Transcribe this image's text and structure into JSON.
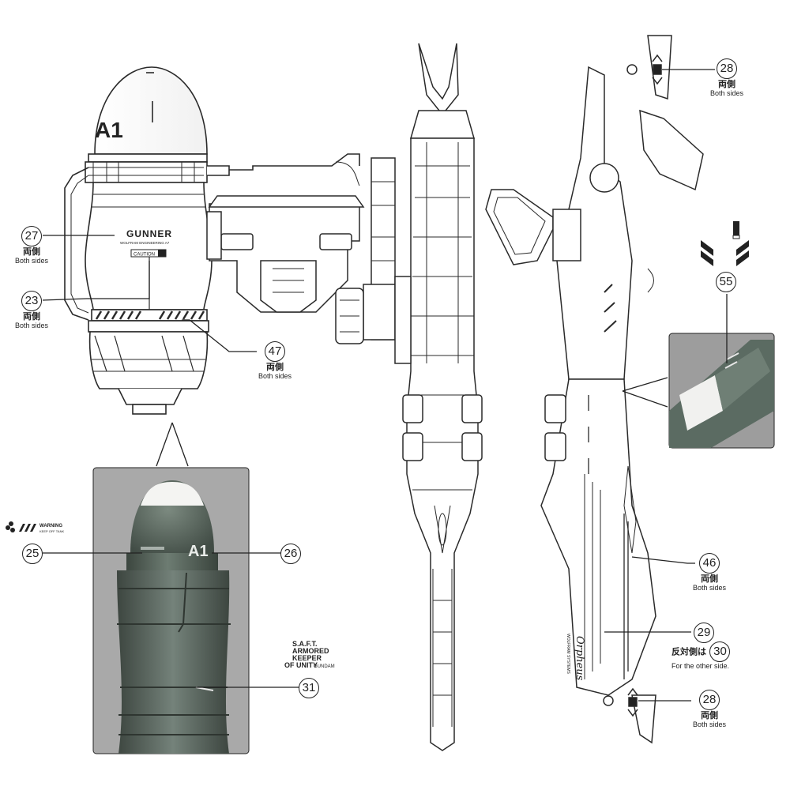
{
  "callouts": [
    {
      "num": "27",
      "jp": "両側",
      "en": "Both sides"
    },
    {
      "num": "23",
      "jp": "両側",
      "en": "Both sides"
    },
    {
      "num": "47",
      "jp": "両側",
      "en": "Both sides"
    },
    {
      "num": "25"
    },
    {
      "num": "26"
    },
    {
      "num": "31"
    },
    {
      "num": "28",
      "jp": "両側",
      "en": "Both sides"
    },
    {
      "num": "55"
    },
    {
      "num": "46",
      "jp": "両側",
      "en": "Both sides"
    },
    {
      "num": "29"
    },
    {
      "num": "30",
      "jp": "反対側は",
      "en": "For the other side."
    },
    {
      "num": "28",
      "jp": "両側",
      "en": "Both sides"
    }
  ],
  "part_labels": {
    "tank_marking": "A1",
    "gunner_logo": "GUNNER",
    "gunner_sub": "WOLFRAM ENGINEERING A7",
    "caution": "CAUTION",
    "photo_marking": "A1",
    "decal_text": "Orpheus",
    "decal_sub": "WOLFRAM SYSTEMS",
    "logo_lines": [
      "S.A.F.T.",
      "ARMORED",
      "KEEPER",
      "OF UNITY",
      "GUNDAM"
    ],
    "warning_top": "WARNING",
    "warning_sub": "KEEP OFF TANK"
  },
  "colors": {
    "line": "#2a2a2a",
    "photo_bg": "#a9a9a9",
    "model_green": "#5b6b62"
  }
}
